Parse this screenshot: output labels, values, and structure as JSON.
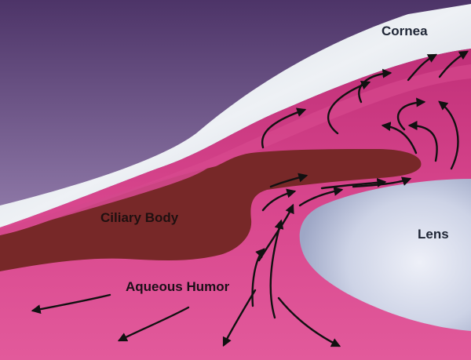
{
  "labels": {
    "cornea": "Cornea",
    "ciliary_body": "Ciliary Body",
    "lens": "Lens",
    "aqueous_humor": "Aqueous Humor"
  },
  "colors": {
    "background_top": "#5a3f73",
    "background_bottom": "#c9b7d6",
    "cornea": "#dde3ea",
    "aqueous_pink": "#d23e86",
    "aqueous_light": "#e06aa3",
    "ciliary_body": "#7a2a2a",
    "lens": "#d8dcec",
    "arrow": "#111111"
  }
}
